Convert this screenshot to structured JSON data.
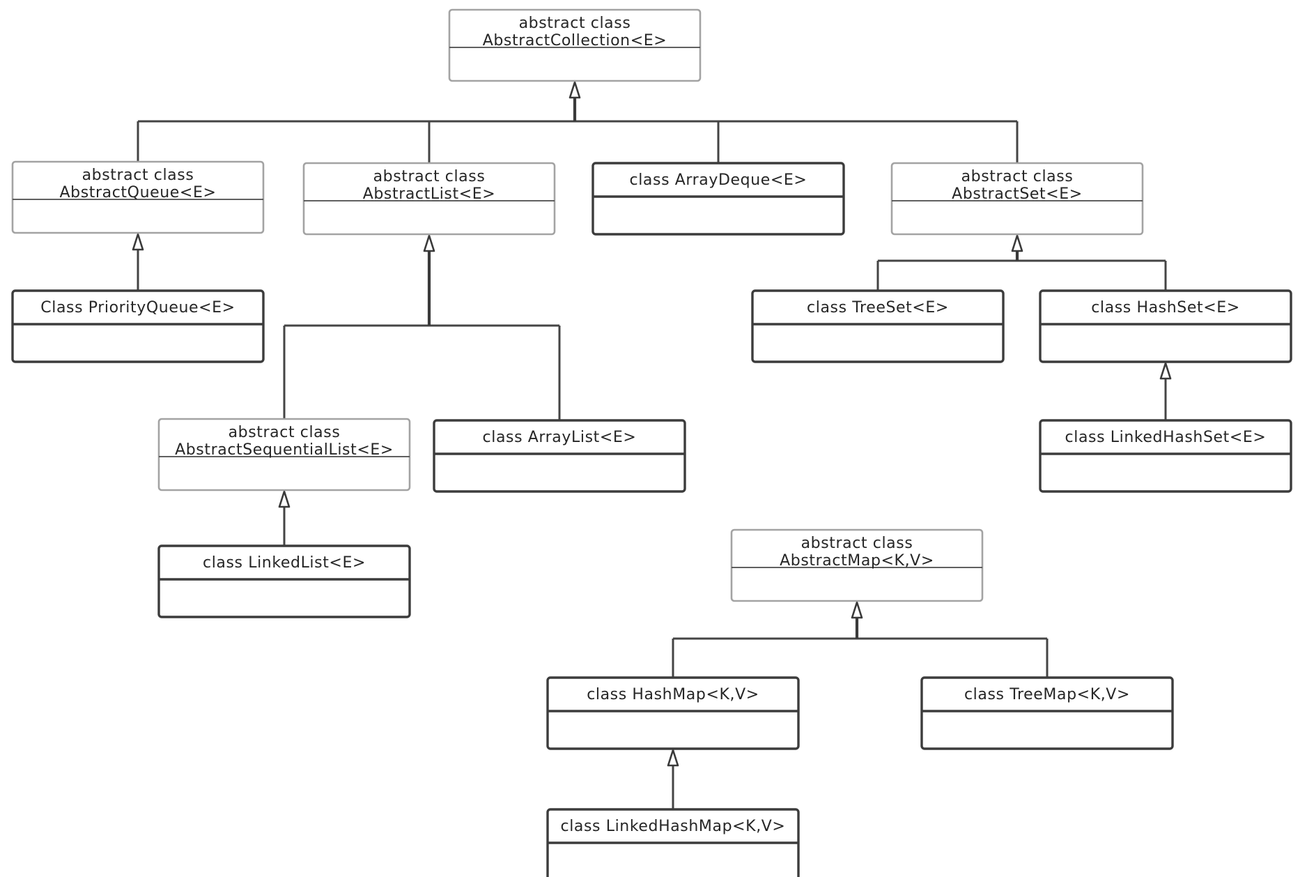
{
  "diagram": {
    "classes": {
      "abstract_collection": {
        "lines": [
          "abstract class",
          "AbstractCollection<E>"
        ],
        "abstract": true
      },
      "abstract_queue": {
        "lines": [
          "abstract class",
          "AbstractQueue<E>"
        ],
        "abstract": true
      },
      "abstract_list": {
        "lines": [
          "abstract class",
          "AbstractList<E>"
        ],
        "abstract": true
      },
      "array_deque": {
        "lines": [
          "class ArrayDeque<E>"
        ],
        "abstract": false
      },
      "abstract_set": {
        "lines": [
          "abstract class",
          "AbstractSet<E>"
        ],
        "abstract": true
      },
      "priority_queue": {
        "lines": [
          "Class PriorityQueue<E>"
        ],
        "abstract": false
      },
      "tree_set": {
        "lines": [
          "class TreeSet<E>"
        ],
        "abstract": false
      },
      "hash_set": {
        "lines": [
          "class HashSet<E>"
        ],
        "abstract": false
      },
      "abstract_sequential_list": {
        "lines": [
          "abstract class",
          "AbstractSequentialList<E>"
        ],
        "abstract": true
      },
      "array_list": {
        "lines": [
          "class ArrayList<E>"
        ],
        "abstract": false
      },
      "linked_hash_set": {
        "lines": [
          "class LinkedHashSet<E>"
        ],
        "abstract": false
      },
      "linked_list": {
        "lines": [
          "class LinkedList<E>"
        ],
        "abstract": false
      },
      "abstract_map": {
        "lines": [
          "abstract class",
          "AbstractMap<K,V>"
        ],
        "abstract": true
      },
      "hash_map": {
        "lines": [
          "class HashMap<K,V>"
        ],
        "abstract": false
      },
      "tree_map": {
        "lines": [
          "class TreeMap<K,V>"
        ],
        "abstract": false
      },
      "linked_hash_map": {
        "lines": [
          "class LinkedHashMap<K,V>"
        ],
        "abstract": false
      }
    },
    "inheritance": [
      {
        "parent": "abstract_collection",
        "children": [
          "abstract_queue",
          "abstract_list",
          "array_deque",
          "abstract_set"
        ]
      },
      {
        "parent": "abstract_queue",
        "children": [
          "priority_queue"
        ]
      },
      {
        "parent": "abstract_list",
        "children": [
          "abstract_sequential_list",
          "array_list"
        ]
      },
      {
        "parent": "abstract_set",
        "children": [
          "tree_set",
          "hash_set"
        ]
      },
      {
        "parent": "hash_set",
        "children": [
          "linked_hash_set"
        ]
      },
      {
        "parent": "abstract_sequential_list",
        "children": [
          "linked_list"
        ]
      },
      {
        "parent": "abstract_map",
        "children": [
          "hash_map",
          "tree_map"
        ]
      },
      {
        "parent": "hash_map",
        "children": [
          "linked_hash_map"
        ]
      }
    ]
  }
}
